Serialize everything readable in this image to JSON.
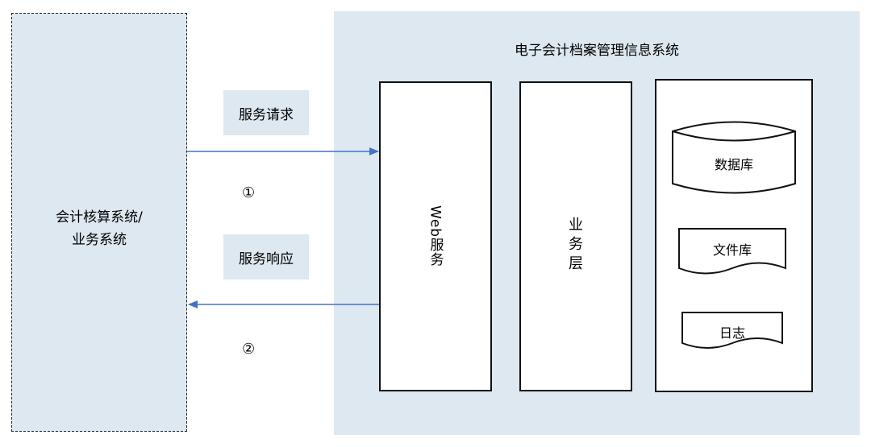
{
  "left_system": {
    "line1": "会计核算系统/",
    "line2": "业务系统"
  },
  "right_system": {
    "title": "电子会计档案管理信息系统"
  },
  "request": {
    "label": "服务请求",
    "number": "①"
  },
  "response": {
    "label": "服务响应",
    "number": "②"
  },
  "web_service": {
    "label": "Web服务"
  },
  "business_layer": {
    "chars": [
      "业",
      "务",
      "层"
    ]
  },
  "storage": {
    "database": "数据库",
    "file_store": "文件库",
    "log": "日志"
  },
  "colors": {
    "panel": "#dde8f0",
    "arrow": "#4472c4",
    "stroke": "#111111"
  }
}
